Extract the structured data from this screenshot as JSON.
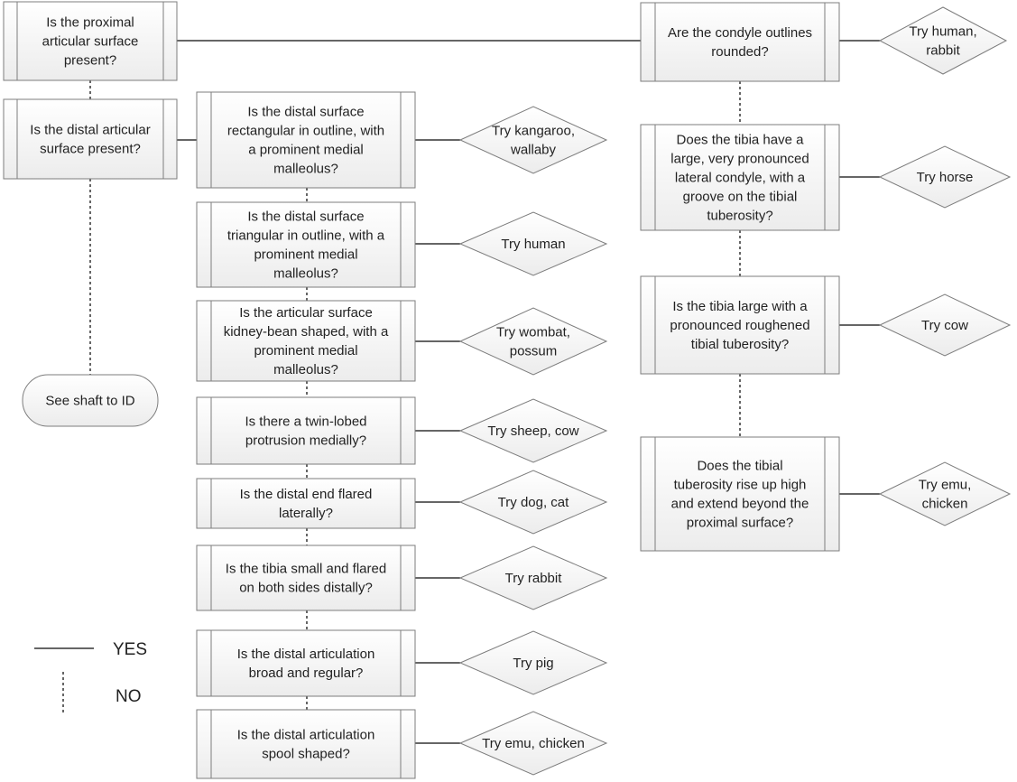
{
  "diagram": {
    "q_proximal": [
      "Is the proximal",
      "articular surface",
      "present?"
    ],
    "q_distal": [
      "Is the distal articular",
      "surface present?"
    ],
    "q_rect": [
      "Is the distal surface",
      "rectangular in outline, with",
      "a prominent medial",
      "malleolus?"
    ],
    "q_tri": [
      "Is the distal surface",
      "triangular in outline, with a",
      "prominent medial",
      "malleolus?"
    ],
    "q_kidney": [
      "Is the articular surface",
      "kidney-bean shaped, with a",
      "prominent medial",
      "malleolus?"
    ],
    "q_twin": [
      "Is there a twin-lobed",
      "protrusion medially?"
    ],
    "q_flared": [
      "Is the distal end flared",
      "laterally?"
    ],
    "q_small": [
      "Is the tibia small and flared",
      "on both sides distally?"
    ],
    "q_broad": [
      "Is the distal articulation",
      "broad and regular?"
    ],
    "q_spool": [
      "Is the distal articulation",
      "spool shaped?"
    ],
    "q_condyle": [
      "Are the condyle outlines",
      "rounded?"
    ],
    "q_horse": [
      "Does the tibia have a",
      "large, very pronounced",
      "lateral condyle, with a",
      "groove on the tibial",
      "tuberosity?"
    ],
    "q_cow": [
      "Is the tibia large with a",
      "pronounced roughened",
      "tibial tuberosity?"
    ],
    "q_emu": [
      "Does the tibial",
      "tuberosity rise up high",
      "and extend beyond the",
      "proximal surface?"
    ],
    "r_kangaroo": [
      "Try kangaroo,",
      "wallaby"
    ],
    "r_human": [
      "Try human"
    ],
    "r_wombat": [
      "Try wombat,",
      "possum"
    ],
    "r_sheep": [
      "Try sheep, cow"
    ],
    "r_dog": [
      "Try dog, cat"
    ],
    "r_rabbit": [
      "Try rabbit"
    ],
    "r_pig": [
      "Try pig"
    ],
    "r_emu_chicken": [
      "Try emu, chicken"
    ],
    "r_human_rabbit": [
      "Try human,",
      "rabbit"
    ],
    "r_horse": [
      "Try horse"
    ],
    "r_cow": [
      "Try cow"
    ],
    "r_emu_chicken2": [
      "Try emu,",
      "chicken"
    ],
    "t_shaft": [
      "See shaft to ID"
    ]
  },
  "legend": {
    "yes": "YES",
    "no": "NO"
  }
}
